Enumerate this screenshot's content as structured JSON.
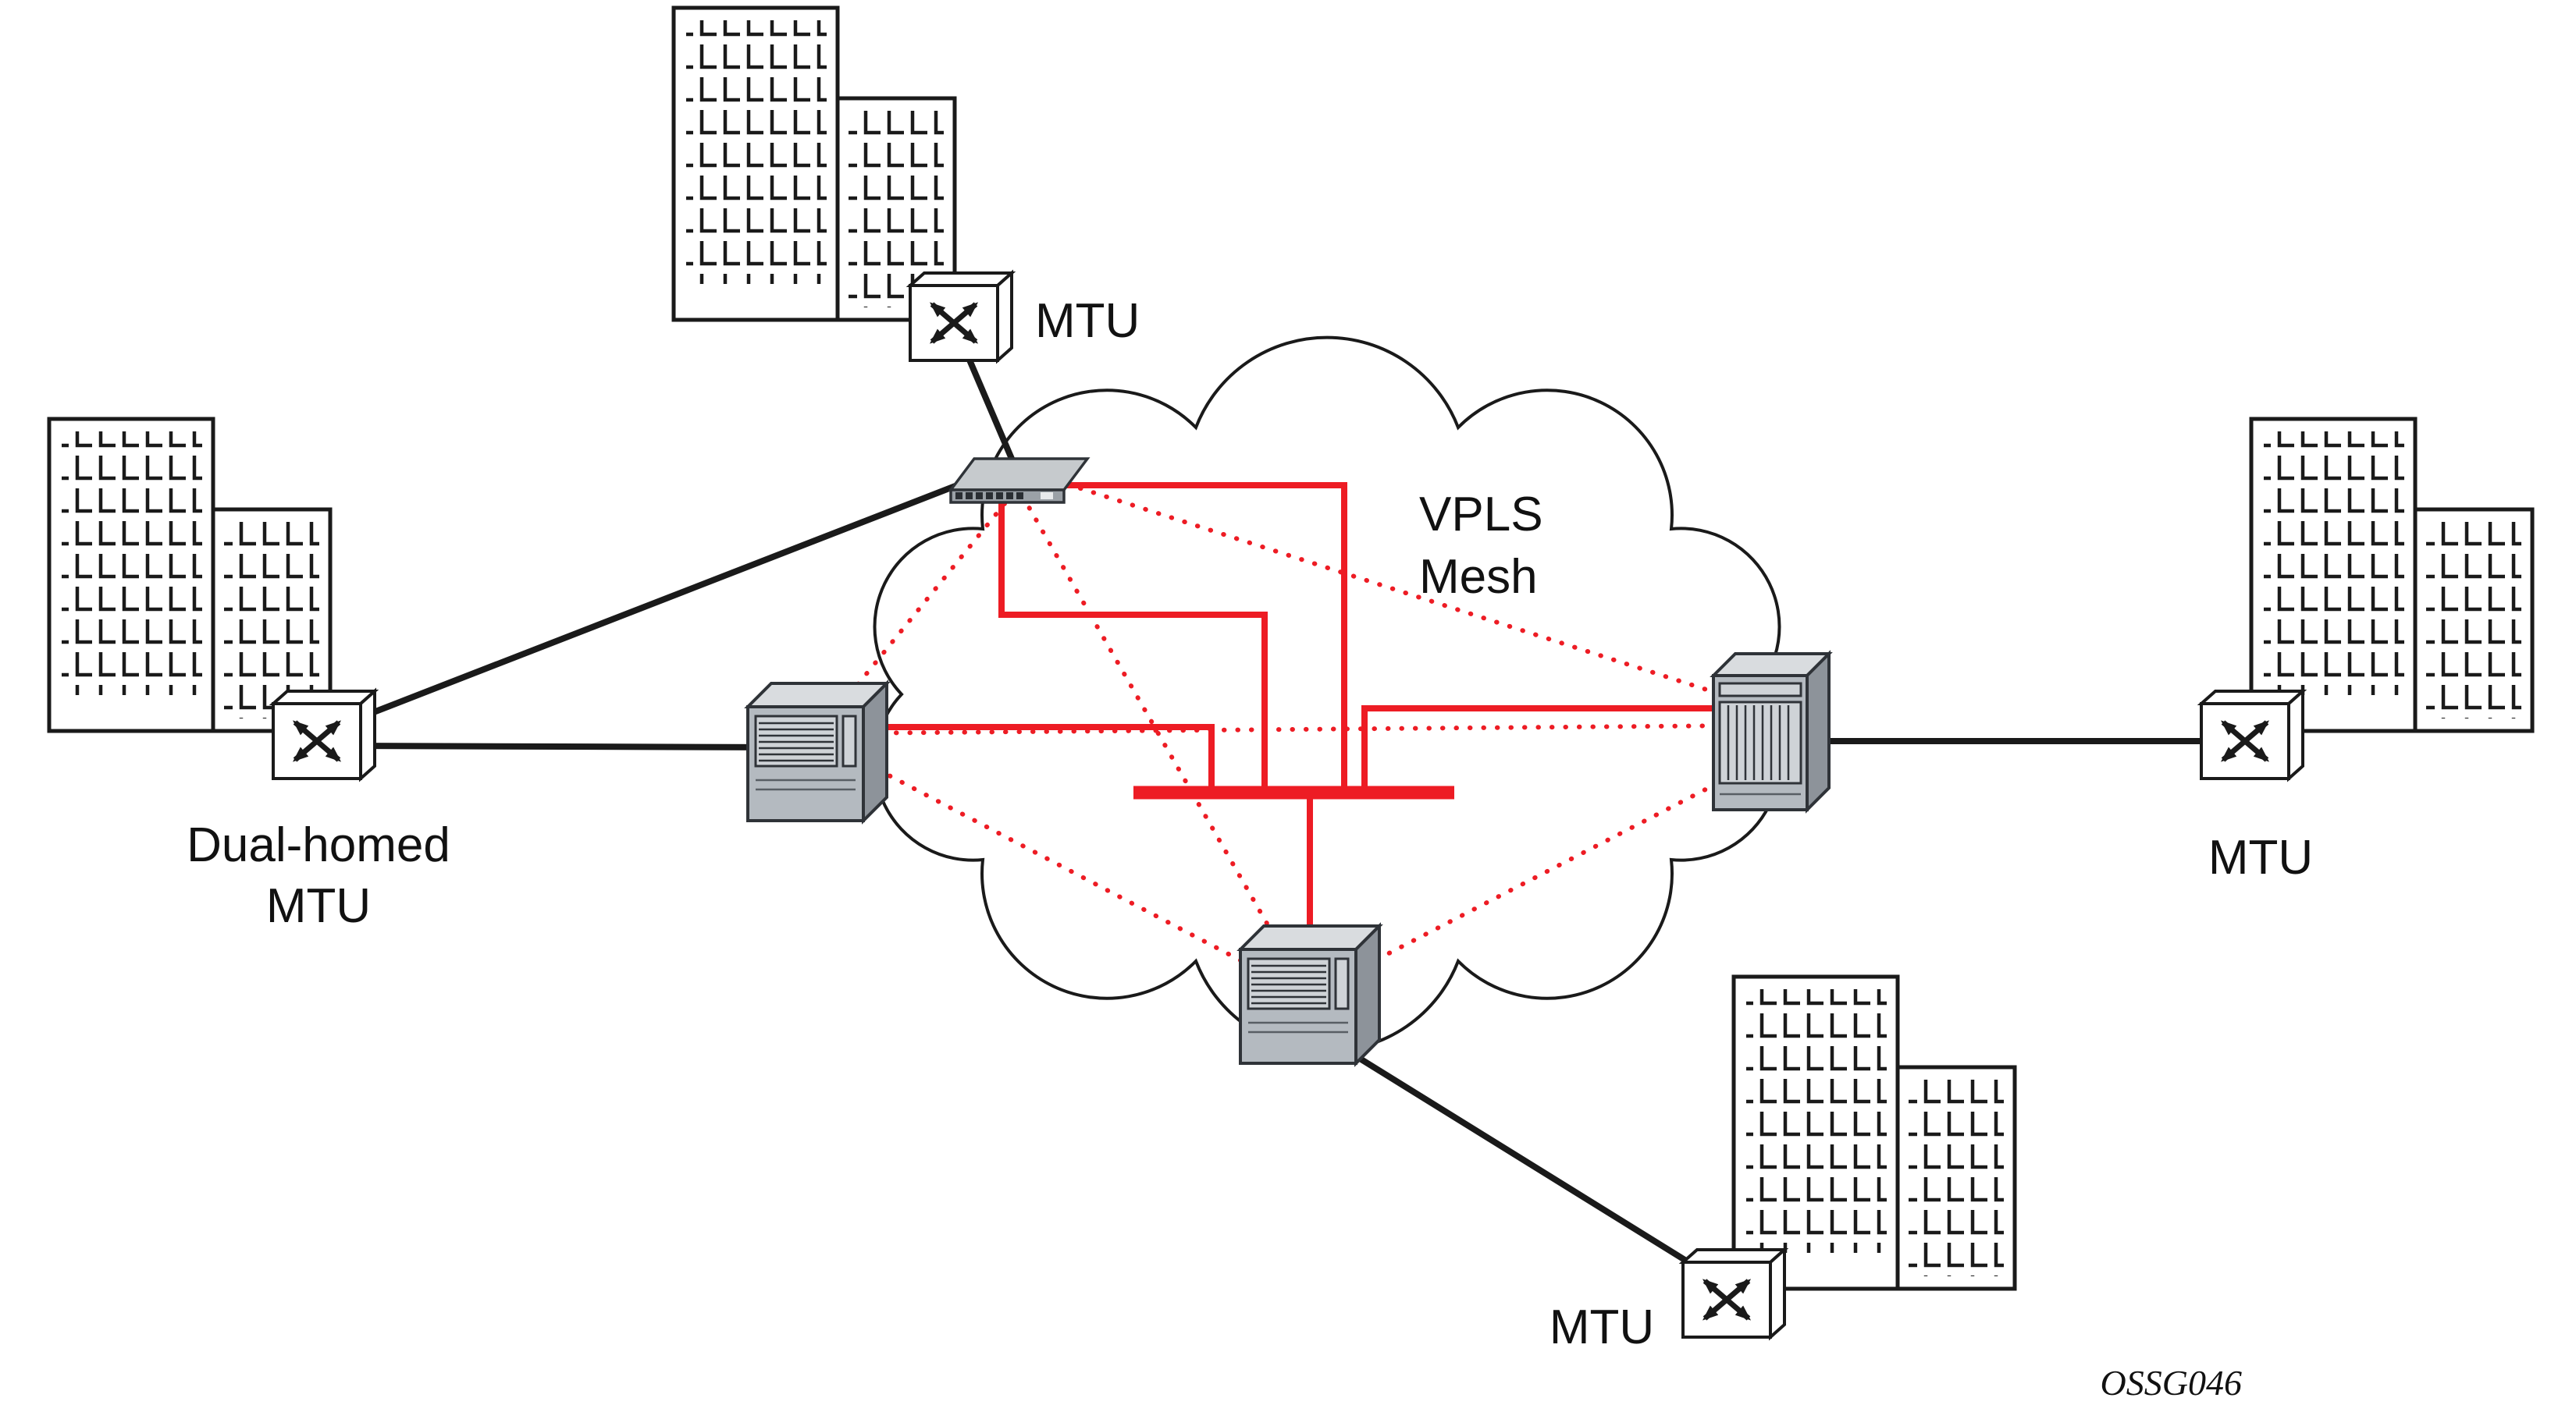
{
  "figure": {
    "code": "OSSG046",
    "cloud": {
      "line1": "VPLS",
      "line2": "Mesh"
    },
    "labels": {
      "top_mtu": "MTU",
      "dual_homed_line1": "Dual-homed",
      "dual_homed_line2": "MTU",
      "right_mtu": "MTU",
      "bottom_mtu": "MTU"
    },
    "colors": {
      "mesh_red": "#ed1c24",
      "line_black": "#1a1a1a",
      "device_gray": "#b4bac0",
      "background": "#ffffff"
    },
    "nodes": [
      {
        "id": "edge-switch-top",
        "type": "ethernet-edge-switch"
      },
      {
        "id": "pe-left",
        "type": "pe-router"
      },
      {
        "id": "pe-right",
        "type": "pe-router"
      },
      {
        "id": "pe-bottom",
        "type": "pe-router"
      },
      {
        "id": "mtu-top",
        "type": "mtu-switch",
        "label": "MTU"
      },
      {
        "id": "mtu-dual-homed",
        "type": "mtu-switch",
        "label": "Dual-homed MTU"
      },
      {
        "id": "mtu-right",
        "type": "mtu-switch",
        "label": "MTU"
      },
      {
        "id": "mtu-bottom",
        "type": "mtu-switch",
        "label": "MTU"
      }
    ],
    "links": {
      "solid_red": "VPLS mesh active pseudowires (bus)",
      "dotted_red": "VPLS full-mesh pseudowires",
      "black": "Access links from MTUs and customer sites"
    }
  }
}
